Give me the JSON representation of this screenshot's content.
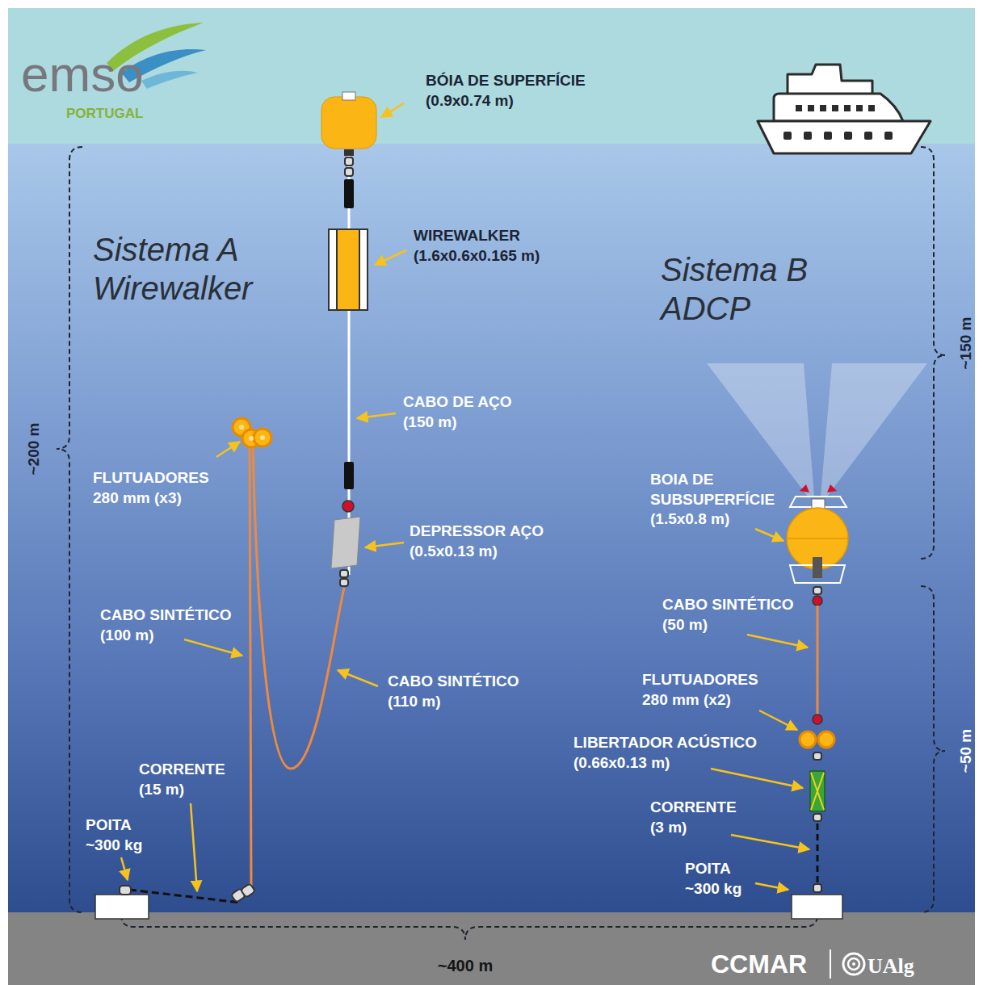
{
  "diagram": {
    "labels": [
      "emso",
      "PORTUGAL",
      "BÓIA DE SUPERFÍCIE (0.9x0.74 m)",
      "Sistema A Wirewalker",
      "WIREWALKER (1.6x0.6x0.165 m)",
      "Sistema B ADCP",
      "~150 m",
      "~200 m",
      "CABO DE AÇO (150 m)",
      "FLUTUADORES 280 mm (x3)",
      "DEPRESSOR AÇO (0.5x0.13 m)",
      "BOIA DE SUBSUPERFÍCIE (1.5x0.8 m)",
      "CABO SINTÉTICO (100 m)",
      "CABO SINTÉTICO (110 m)",
      "CABO SINTÉTICO (50 m)",
      "FLUTUADORES 280 mm (x2)",
      "LIBERTADOR ACÚSTICO (0.66x0.13 m)",
      "~50 m",
      "CORRENTE (15 m)",
      "CORRENTE (3 m)",
      "POITA ~300 kg",
      "POITA ~300 kg",
      "~400 m",
      "CCMAR",
      "UAlg"
    ]
  }
}
